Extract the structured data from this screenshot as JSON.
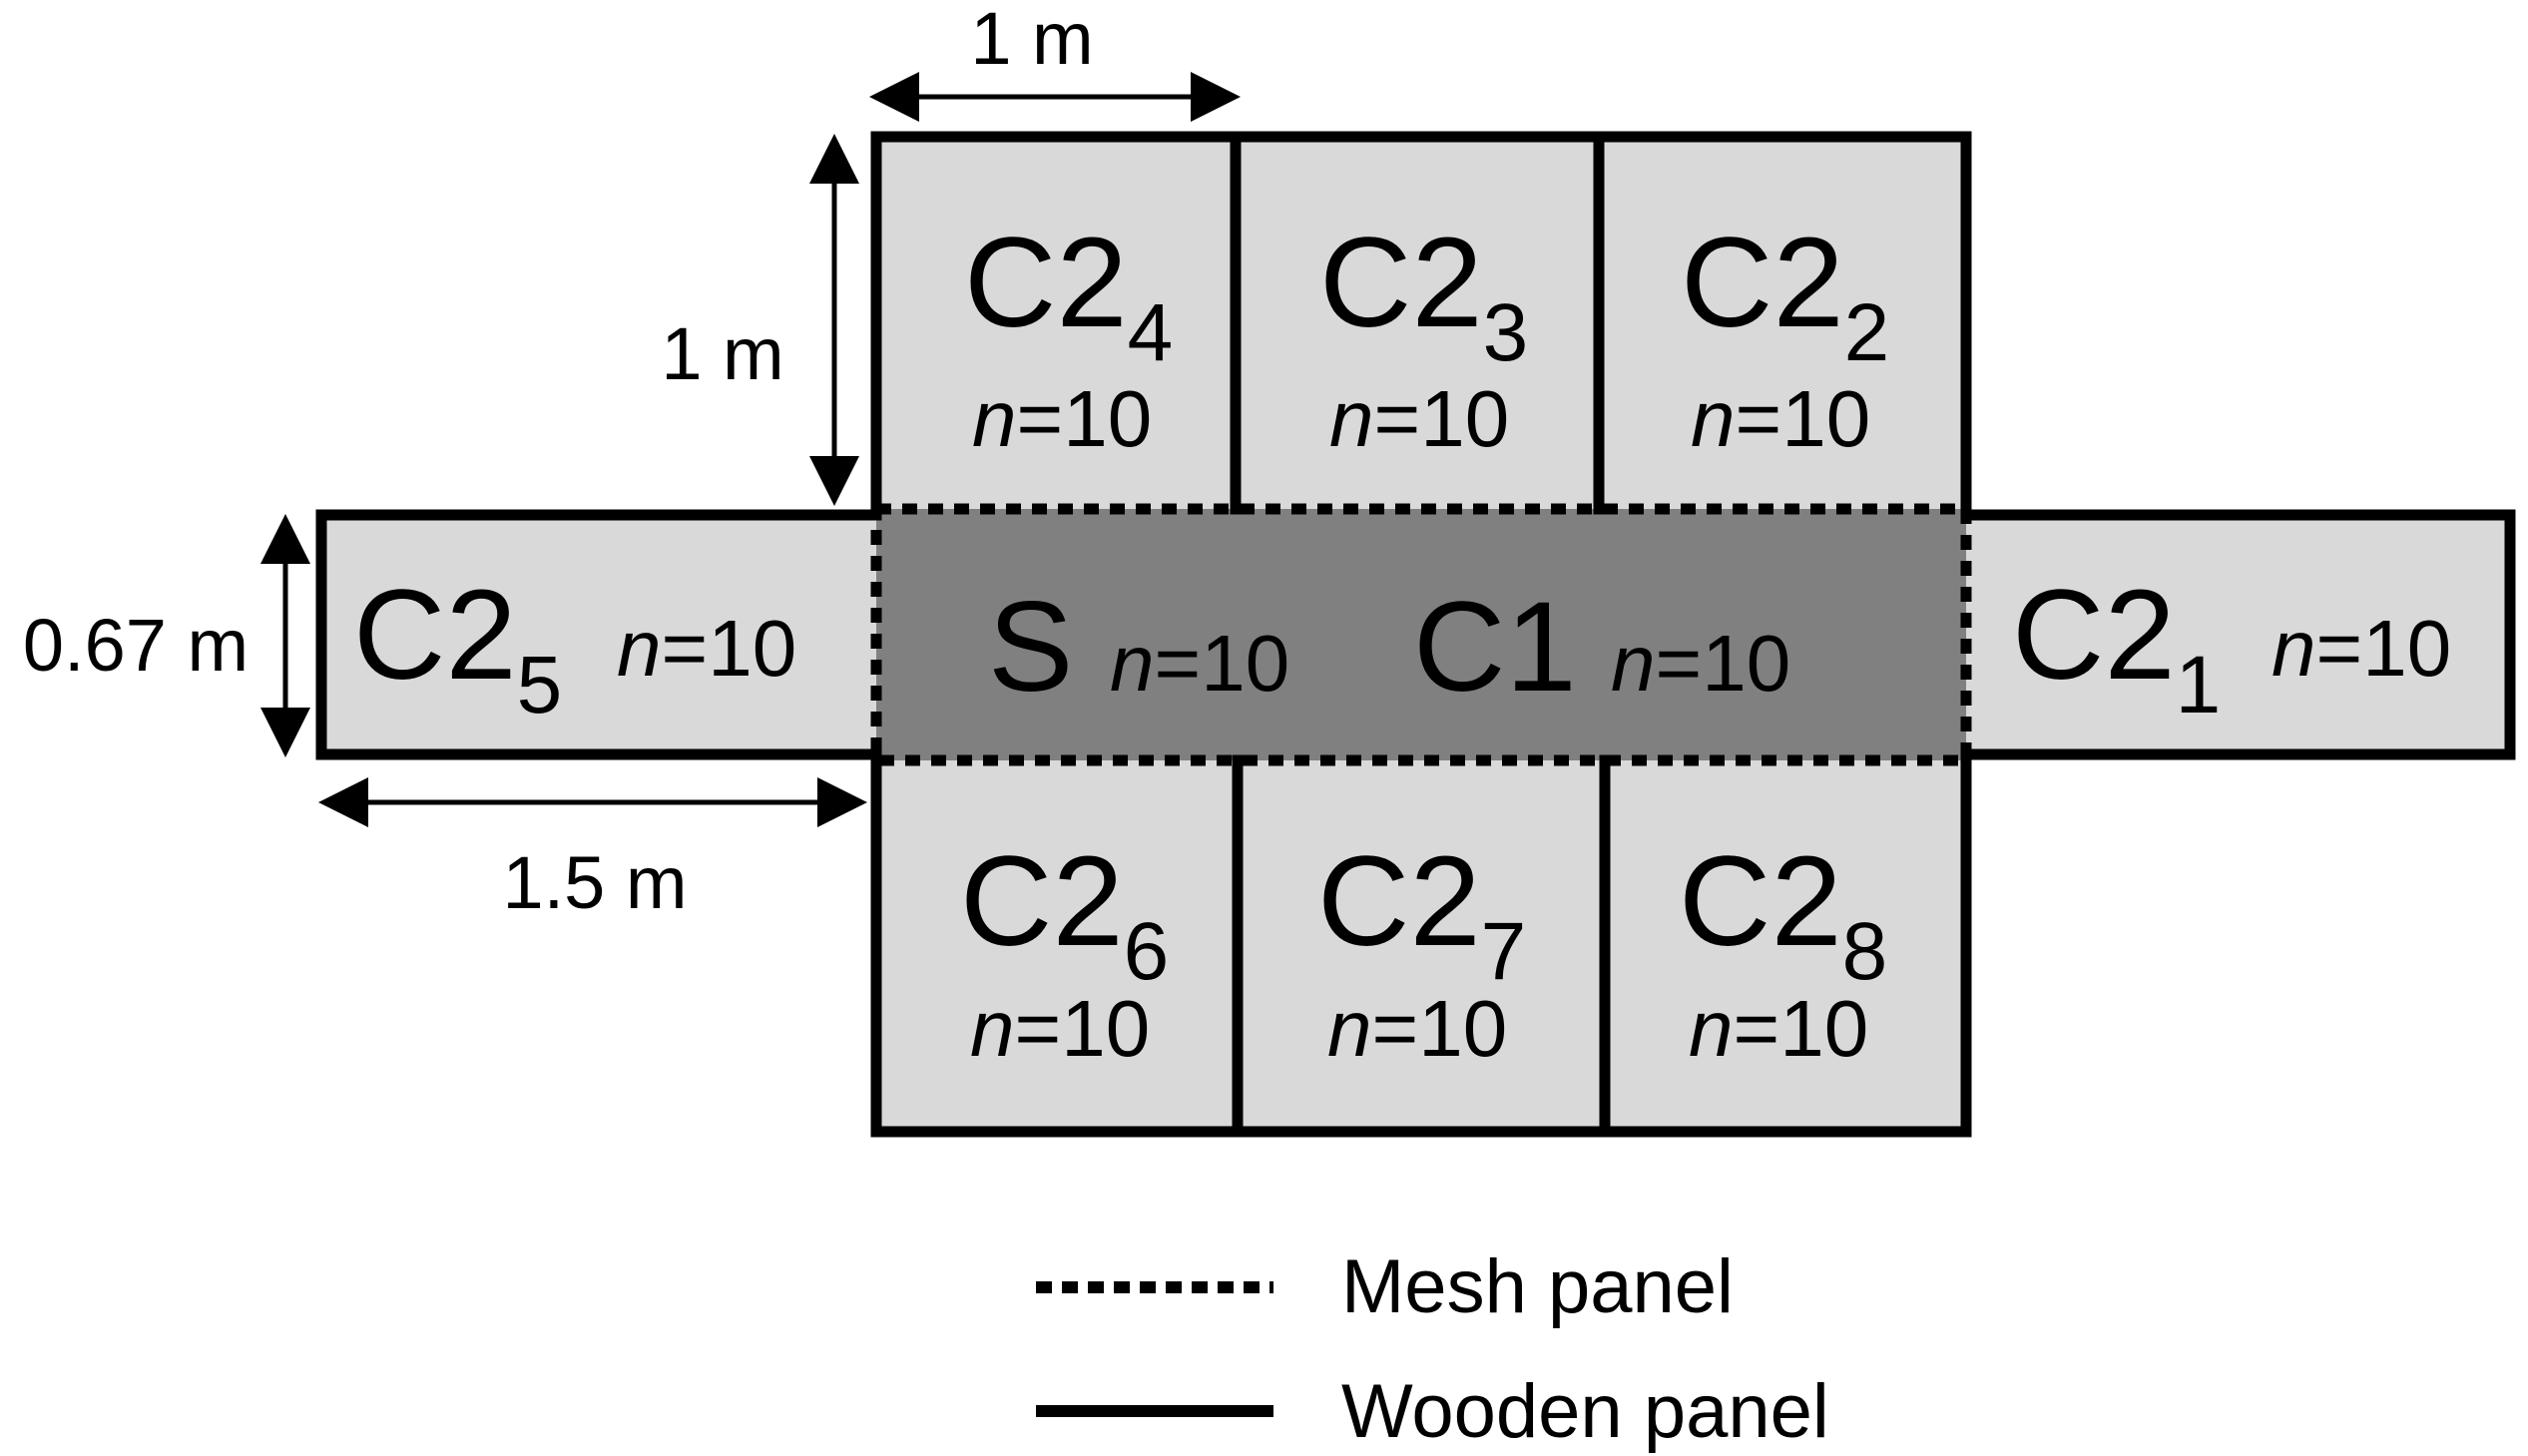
{
  "colors": {
    "cell_fill": "#d9d9d9",
    "center_fill": "#808080",
    "stroke": "#000000"
  },
  "cells": {
    "c2_4": {
      "name": "C2",
      "sub": "4",
      "n_var": "n",
      "n_val": "=10"
    },
    "c2_3": {
      "name": "C2",
      "sub": "3",
      "n_var": "n",
      "n_val": "=10"
    },
    "c2_2": {
      "name": "C2",
      "sub": "2",
      "n_var": "n",
      "n_val": "=10"
    },
    "c2_5": {
      "name": "C2",
      "sub": "5",
      "n_var": "n",
      "n_val": "=10"
    },
    "c2_1": {
      "name": "C2",
      "sub": "1",
      "n_var": "n",
      "n_val": "=10"
    },
    "c2_6": {
      "name": "C2",
      "sub": "6",
      "n_var": "n",
      "n_val": "=10"
    },
    "c2_7": {
      "name": "C2",
      "sub": "7",
      "n_var": "n",
      "n_val": "=10"
    },
    "c2_8": {
      "name": "C2",
      "sub": "8",
      "n_var": "n",
      "n_val": "=10"
    },
    "s": {
      "name": "S",
      "n_var": "n",
      "n_val": "=10"
    },
    "c1": {
      "name": "C1",
      "n_var": "n",
      "n_val": "=10"
    }
  },
  "dimensions": {
    "top_width": "1 m",
    "cell_height": "1 m",
    "side_height": "0.67 m",
    "side_width": "1.5 m"
  },
  "legend": {
    "mesh": "Mesh panel",
    "wooden": "Wooden panel"
  }
}
